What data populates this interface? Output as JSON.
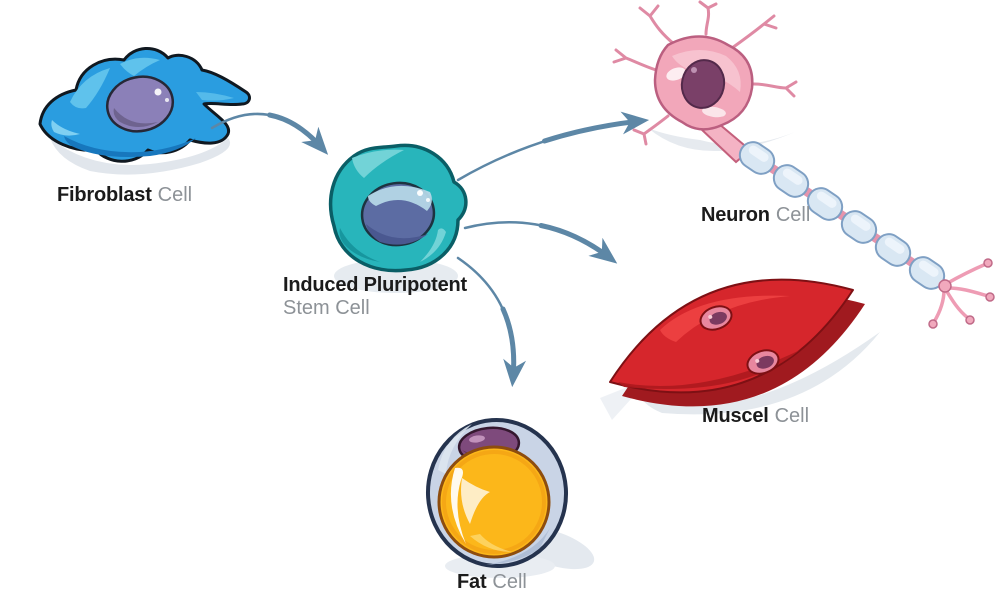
{
  "labels": {
    "fibroblast": {
      "bold": "Fibroblast",
      "light": "Cell"
    },
    "ips": {
      "bold": "Induced Pluripotent",
      "light": "Stem Cell"
    },
    "neuron": {
      "bold": "Neuron",
      "light": "Cell"
    },
    "muscle": {
      "bold": "Muscel",
      "light": "Cell"
    },
    "fat": {
      "bold": "Fat",
      "light": "Cell"
    }
  },
  "arrows": [
    {
      "name": "fibroblast-to-ips-arrow"
    },
    {
      "name": "ips-to-neuron-arrow"
    },
    {
      "name": "ips-to-muscle-arrow"
    },
    {
      "name": "ips-to-fat-arrow"
    }
  ],
  "palette": {
    "arrow_blue": "#5d87a6",
    "fibroblast_blue": "#2a9de0",
    "fibroblast_nucleus": "#8b80b8",
    "ips_teal": "#28b5bb",
    "ips_nucleus": "#5c6ca3",
    "neuron_pink": "#f2a7ba",
    "neuron_nucleus": "#7a4068",
    "myelin_blue": "#d9e7f3",
    "muscle_red": "#d6262c",
    "muscle_dark_red": "#a01a1f",
    "fat_yellow": "#fcb71a",
    "fat_membrane": "#c9d4e6",
    "label_dark": "#1b1b1b",
    "label_gray": "#8d9297",
    "shadow_gray": "#e3e8ee"
  }
}
